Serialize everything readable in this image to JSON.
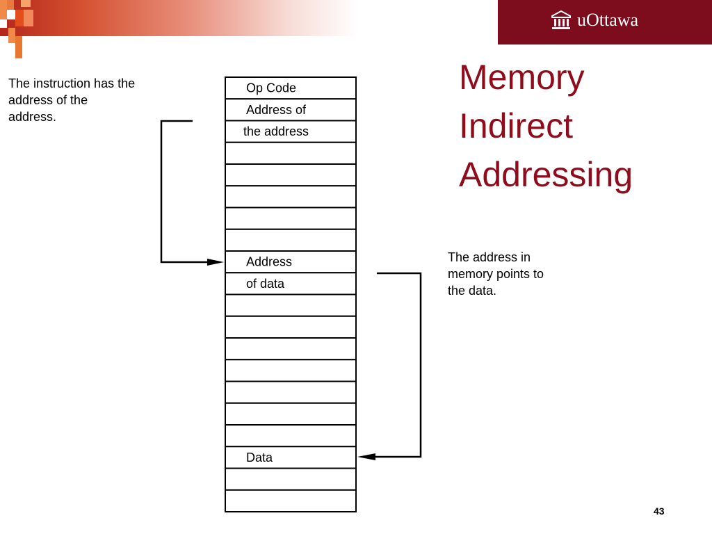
{
  "brand": {
    "name": "uOttawa",
    "icon": "university-crest-icon",
    "color": "#7d0c1d"
  },
  "title": {
    "lines": [
      "Memory",
      "Indirect",
      "Addressing"
    ],
    "color": "#8e0c1b"
  },
  "notes": {
    "instruction": [
      "The instruction has the",
      "address of the",
      "address."
    ],
    "memory": [
      "The address in",
      "memory points to",
      "the data."
    ]
  },
  "memory": {
    "cells": [
      "Op Code",
      "Address of",
      "the address",
      "",
      "",
      "",
      "",
      "",
      "Address",
      "of data",
      "",
      "",
      "",
      "",
      "",
      "",
      "",
      "Data",
      "",
      ""
    ]
  },
  "page_number": "43"
}
